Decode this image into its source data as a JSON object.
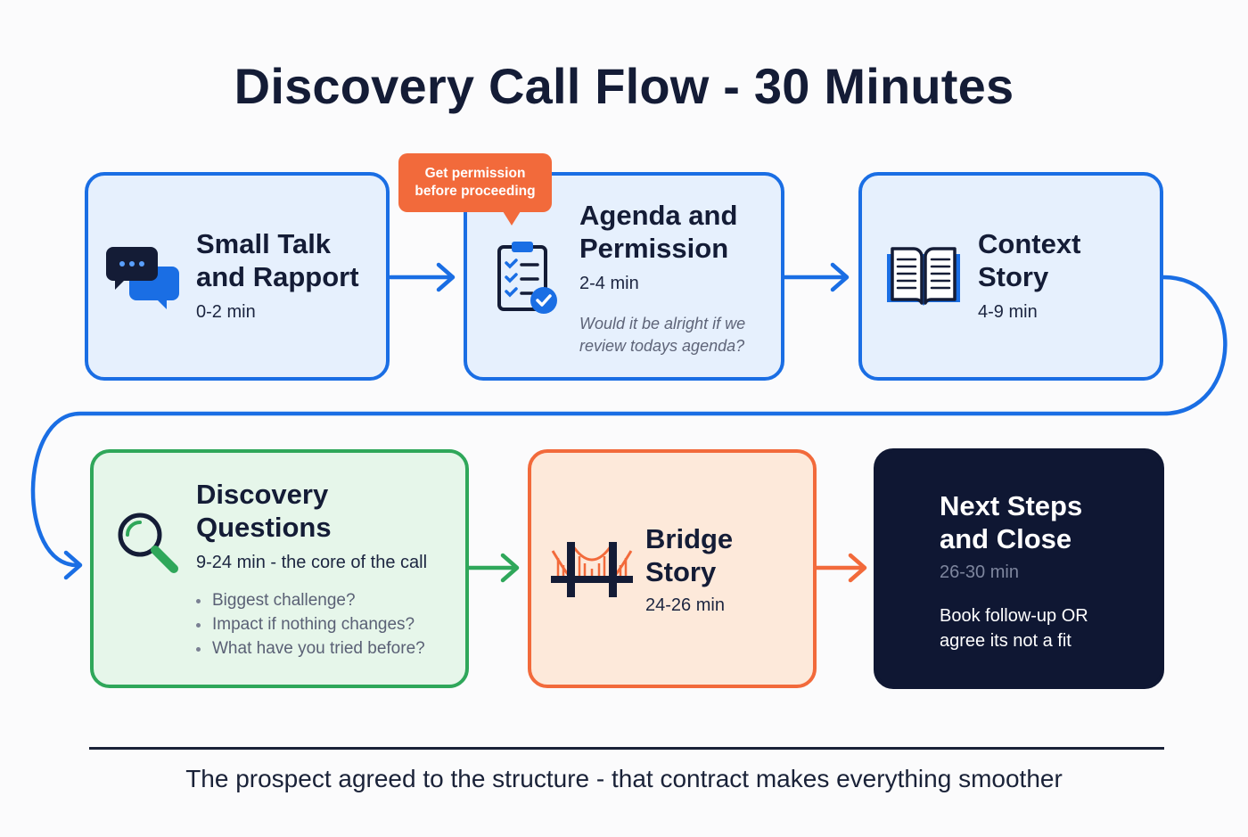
{
  "title": "Discovery Call Flow - 30 Minutes",
  "steps": [
    {
      "icon": "chat-bubbles-icon",
      "title_line1": "Small Talk",
      "title_line2": "and Rapport",
      "time": "0-2 min"
    },
    {
      "icon": "checklist-clipboard-icon",
      "title_line1": "Agenda and",
      "title_line2": "Permission",
      "time": "2-4 min",
      "quote_line1": "Would it be alright if we",
      "quote_line2": "review todays agenda?",
      "callout_line1": "Get permission",
      "callout_line2": "before proceeding"
    },
    {
      "icon": "open-book-icon",
      "title_line1": "Context",
      "title_line2": "Story",
      "time": "4-9 min"
    },
    {
      "icon": "magnifier-icon",
      "title_line1": "Discovery",
      "title_line2": "Questions",
      "time": "9-24 min - the core of the call",
      "bullets": [
        "Biggest challenge?",
        "Impact if nothing changes?",
        "What have you tried before?"
      ]
    },
    {
      "icon": "bridge-icon",
      "title_line1": "Bridge",
      "title_line2": "Story",
      "time": "24-26 min"
    },
    {
      "title_line1": "Next Steps",
      "title_line2": "and Close",
      "time": "26-30 min",
      "note_line1": "Book follow-up OR",
      "note_line2": "agree its not a fit"
    }
  ],
  "footer": "The prospect agreed to the structure - that contract makes everything smoother",
  "colors": {
    "blue": "#1a6ee4",
    "green": "#2fa75a",
    "orange": "#f26a3b",
    "navy": "#0f1733"
  }
}
